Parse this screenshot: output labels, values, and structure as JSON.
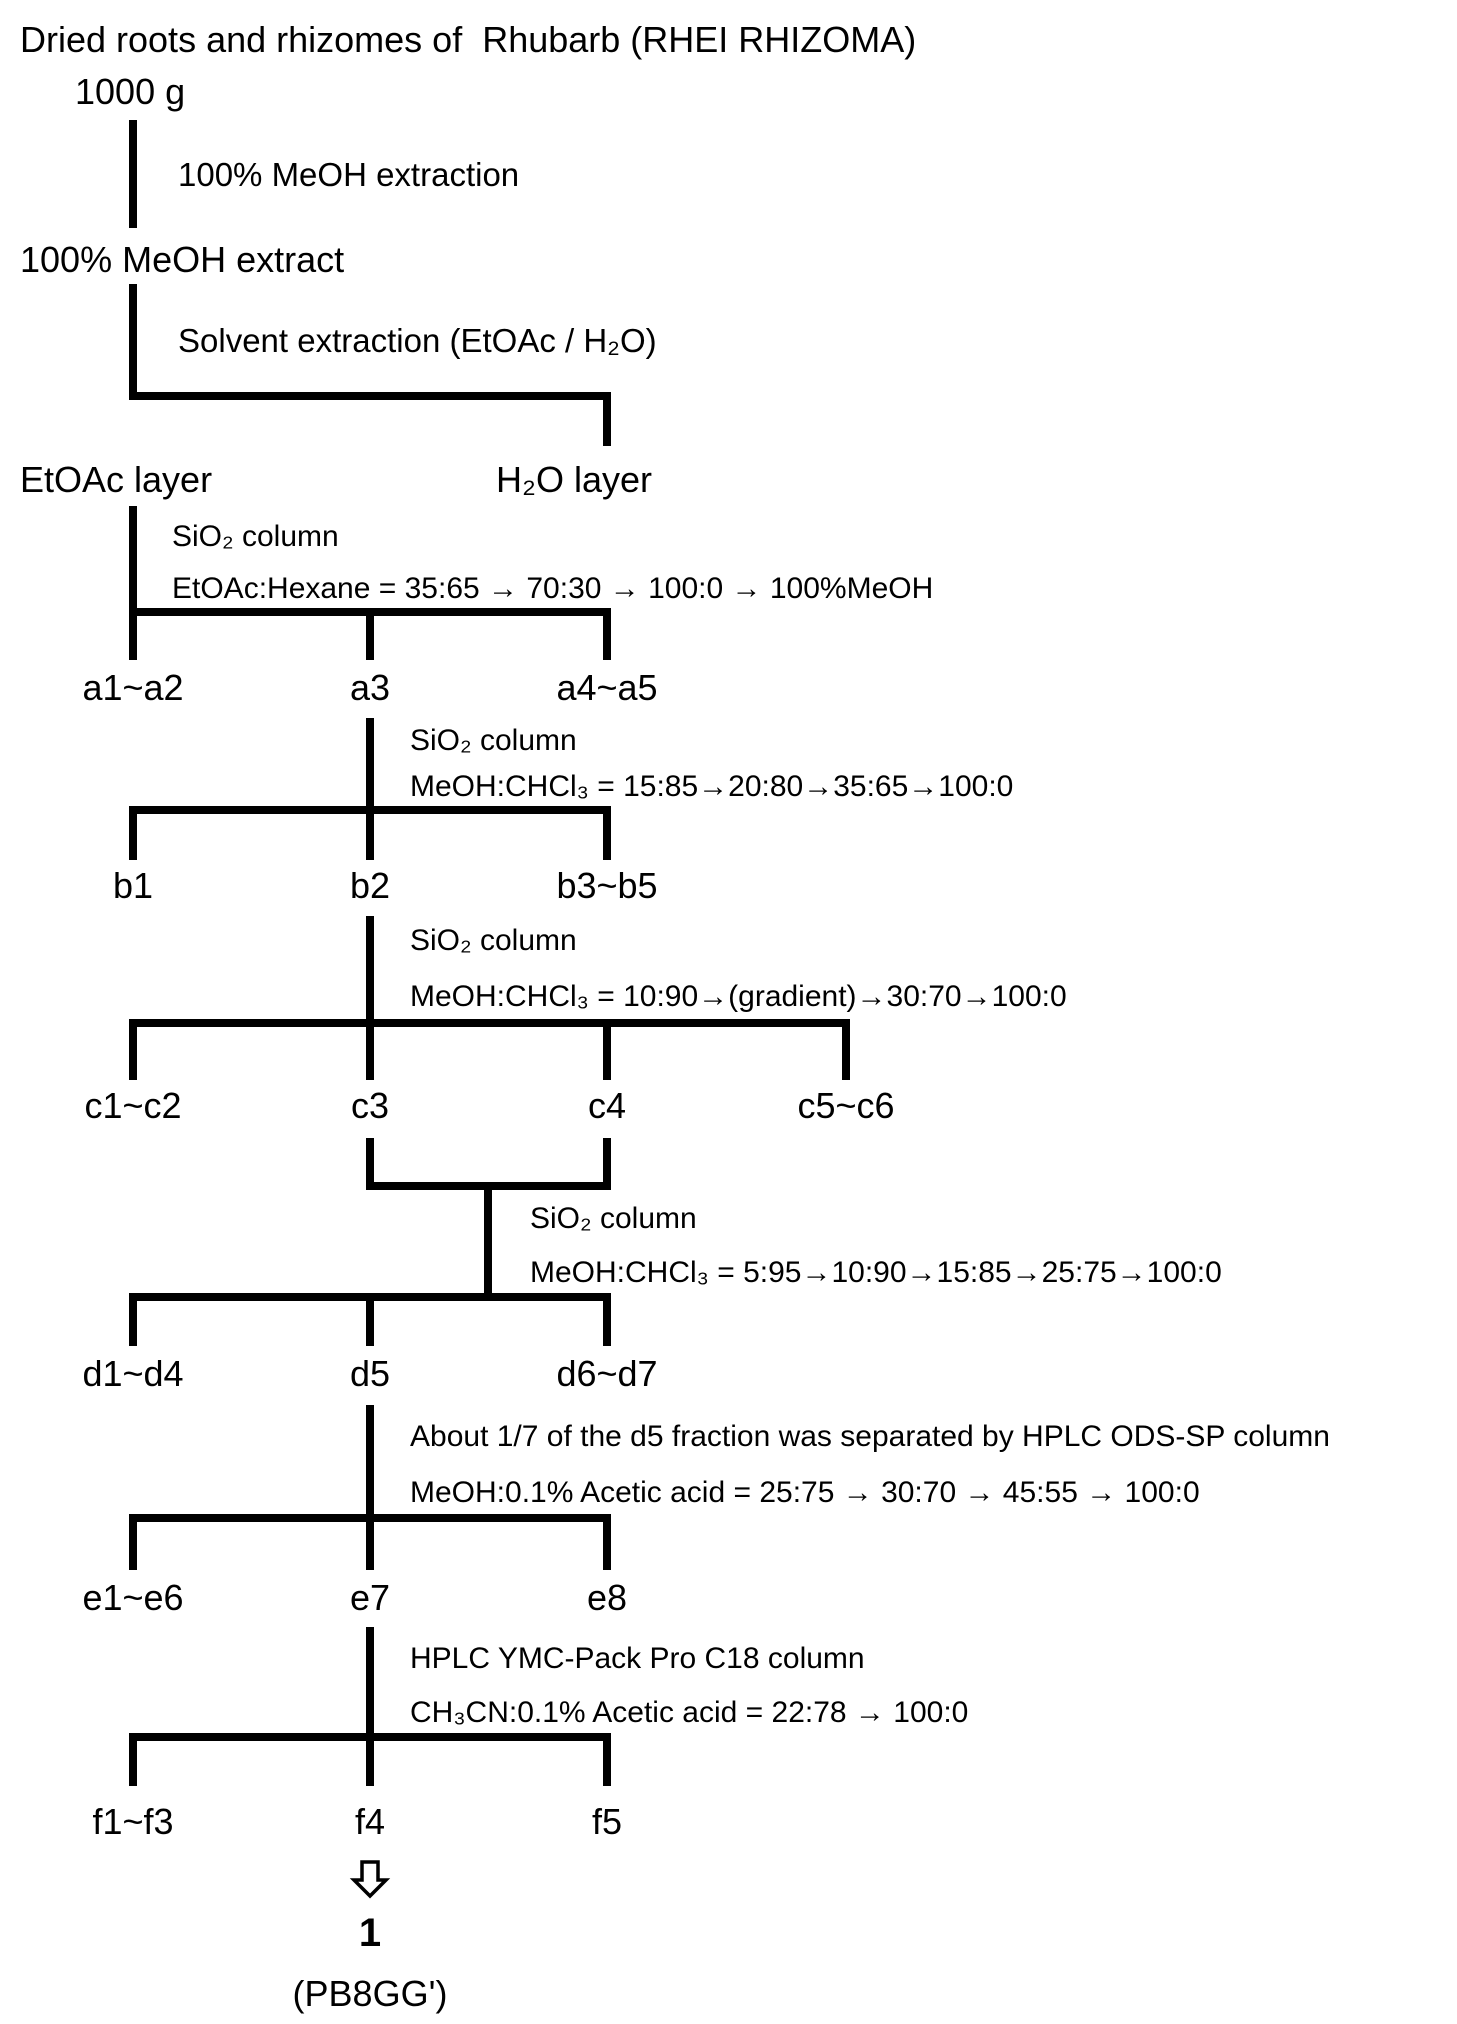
{
  "title": "Dried roots and rhizomes of  Rhubarb (RHEI RHIZOMA)",
  "starting_amount": "1000 g",
  "step1": "100% MeOH extraction",
  "methanol_extract": "100% MeOH extract",
  "step2": "Solvent extraction (EtOAc / H₂O)",
  "layers": {
    "etoac": "EtOAc layer",
    "water": "H₂O layer"
  },
  "column_a": {
    "method": "SiO₂ column",
    "eluent": "EtOAc:Hexane = 35:65 → 70:30 → 100:0 → 100%MeOH",
    "fractions": [
      "a1~a2",
      "a3",
      "a4~a5"
    ]
  },
  "column_b": {
    "method": "SiO₂ column",
    "eluent": "MeOH:CHCl₃ = 15:85→20:80→35:65→100:0",
    "fractions": [
      "b1",
      "b2",
      "b3~b5"
    ]
  },
  "column_c": {
    "method": "SiO₂ column",
    "eluent": "MeOH:CHCl₃ = 10:90→(gradient)→30:70→100:0",
    "fractions": [
      "c1~c2",
      "c3",
      "c4",
      "c5~c6"
    ]
  },
  "column_d": {
    "method": "SiO₂ column",
    "eluent": "MeOH:CHCl₃ = 5:95→10:90→15:85→25:75→100:0",
    "fractions": [
      "d1~d4",
      "d5",
      "d6~d7"
    ]
  },
  "column_e": {
    "method": "About 1/7 of the d5 fraction was separated by HPLC ODS-SP column",
    "eluent": "MeOH:0.1% Acetic acid = 25:75 → 30:70 → 45:55 → 100:0",
    "fractions": [
      "e1~e6",
      "e7",
      "e8"
    ]
  },
  "column_f": {
    "method": "HPLC YMC-Pack Pro C18 column",
    "eluent": "CH₃CN:0.1% Acetic acid = 22:78 → 100:0",
    "fractions": [
      "f1~f3",
      "f4",
      "f5"
    ]
  },
  "product": {
    "number": "1",
    "name": "(PB8GG')"
  },
  "icons": {
    "result_arrow": "hollow-down-arrow-icon"
  }
}
